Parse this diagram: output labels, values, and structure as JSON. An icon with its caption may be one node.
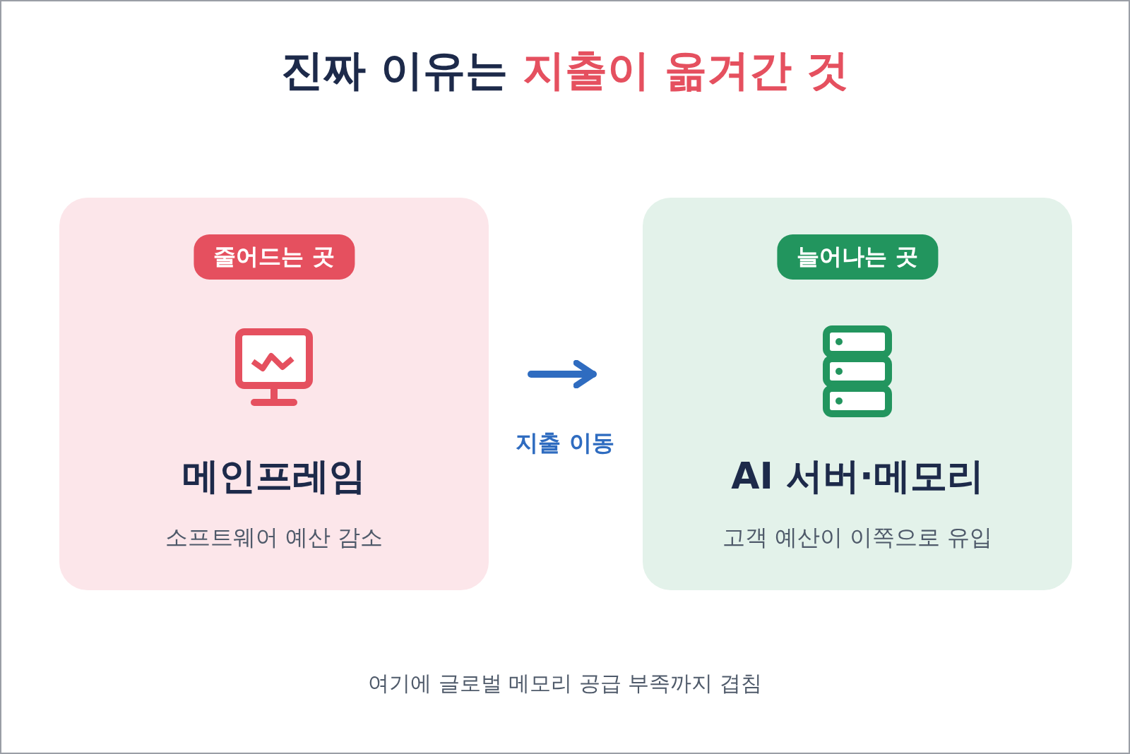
{
  "diagram": {
    "title": "진짜 이유는 **지출이 옮겨간 것**",
    "nodes": [
      {
        "text": [
          "메인프레임",
          "소프트웨어 예산 감소"
        ]
      },
      {
        "text": [
          "줄어드는 곳"
        ],
        "in": 0
      },
      {
        "text": [
          "AI 서버·메모리",
          "고객 예산이 이쪽으로 유입"
        ]
      },
      {
        "text": [
          "늘어나는 곳"
        ],
        "in": 2
      }
    ],
    "edges": [
      {
        "from": 0,
        "to": 2,
        "arrow": "to",
        "label": "지출 이동"
      }
    ],
    "labels": [
      "여기에 글로벌 메모리 공급 부족까지 겹침"
    ]
  }
}
